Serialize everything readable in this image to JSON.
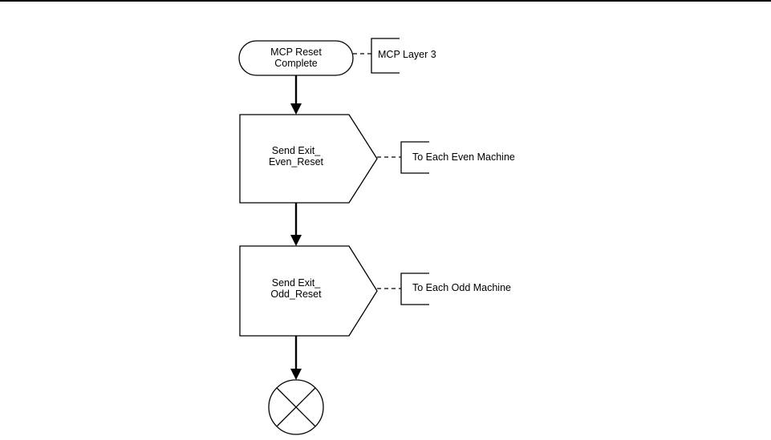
{
  "start": {
    "lines": [
      "MCP Reset",
      "Complete"
    ]
  },
  "start_comment": {
    "text": "MCP Layer 3"
  },
  "send_even": {
    "lines": [
      "Send Exit_",
      "Even_Reset"
    ]
  },
  "send_even_comment": {
    "text": "To Each Even Machine"
  },
  "send_odd": {
    "lines": [
      "Send Exit_",
      "Odd_Reset"
    ]
  },
  "send_odd_comment": {
    "text": "To Each Odd Machine"
  },
  "terminator": {
    "icon": "stop-x-icon"
  }
}
